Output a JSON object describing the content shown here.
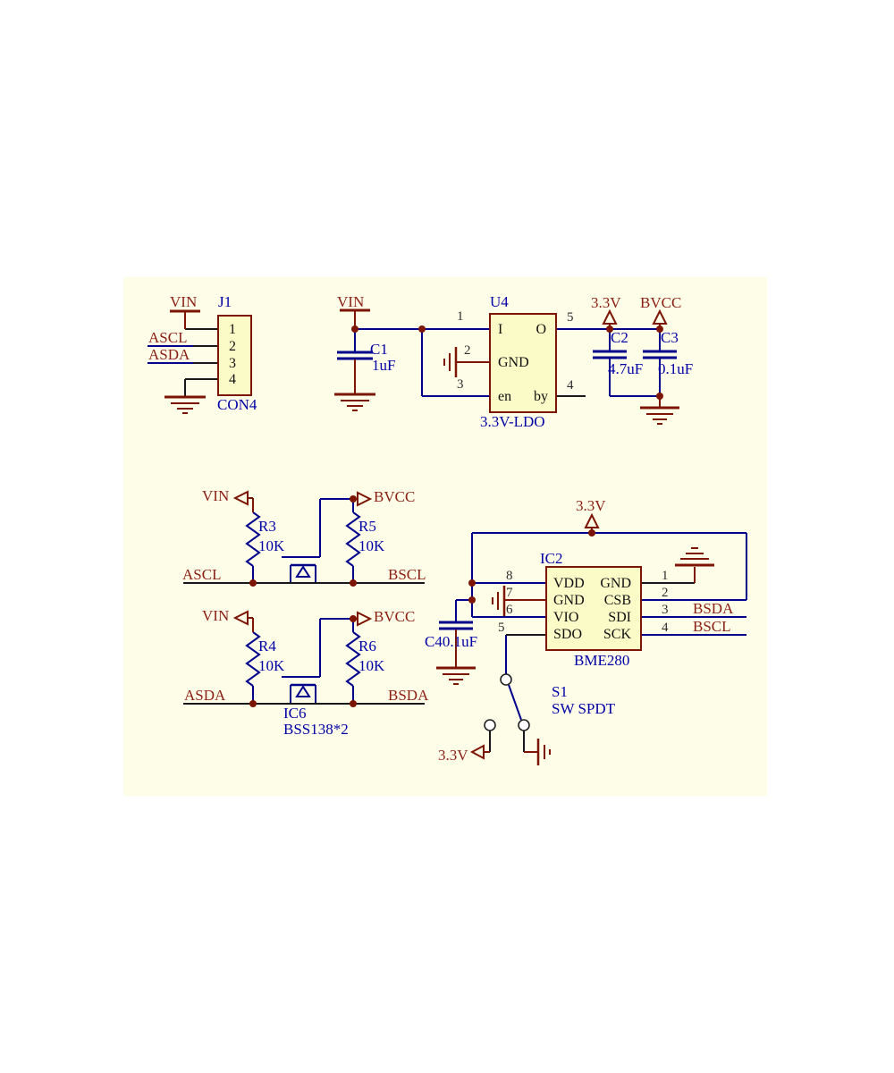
{
  "sheet": {
    "page_bg": "#ffffff",
    "bg": "#fdfde8"
  },
  "colors": {
    "wire": "#00008b",
    "pin_wire": "#191919",
    "symbol": "#7d1505",
    "net_label": "#8b1f14",
    "ref_label": "#0000a6",
    "pin_number": "#2e2e2e",
    "body_fill": "#fbfbc8",
    "body_border": "#7d1505"
  },
  "nets": {
    "vin": "VIN",
    "ascl": "ASCL",
    "asda": "ASDA",
    "bscl": "BSCL",
    "bsda": "BSDA",
    "v33": "3.3V",
    "bvcc": "BVCC"
  },
  "j1": {
    "ref": "J1",
    "type": "CON4",
    "pins": [
      "1",
      "2",
      "3",
      "4"
    ]
  },
  "u4": {
    "ref": "U4",
    "value": "3.3V-LDO",
    "pin_names": {
      "in": "I",
      "out": "O",
      "gnd": "GND",
      "en": "en",
      "by": "by"
    },
    "pin_numbers": {
      "in": "1",
      "gnd": "2",
      "en": "3",
      "out": "5",
      "by": "4"
    }
  },
  "c1": {
    "ref": "C1",
    "value": "1uF"
  },
  "c2": {
    "ref": "C2",
    "value": "4.7uF"
  },
  "c3": {
    "ref": "C3",
    "value": "0.1uF"
  },
  "c4": {
    "label": "C40.1uF"
  },
  "r3": {
    "ref": "R3",
    "value": "10K"
  },
  "r4": {
    "ref": "R4",
    "value": "10K"
  },
  "r5": {
    "ref": "R5",
    "value": "10K"
  },
  "r6": {
    "ref": "R6",
    "value": "10K"
  },
  "ic6": {
    "ref": "IC6",
    "value": "BSS138*2"
  },
  "ic2": {
    "ref": "IC2",
    "value": "BME280",
    "left_pins": [
      {
        "num": "8",
        "name": "VDD"
      },
      {
        "num": "7",
        "name": "GND"
      },
      {
        "num": "6",
        "name": "VIO"
      },
      {
        "num": "5",
        "name": "SDO"
      }
    ],
    "right_pins": [
      {
        "num": "1",
        "name": "GND"
      },
      {
        "num": "2",
        "name": "CSB"
      },
      {
        "num": "3",
        "name": "SDI"
      },
      {
        "num": "4",
        "name": "SCK"
      }
    ]
  },
  "s1": {
    "ref": "S1",
    "value": "SW SPDT"
  }
}
